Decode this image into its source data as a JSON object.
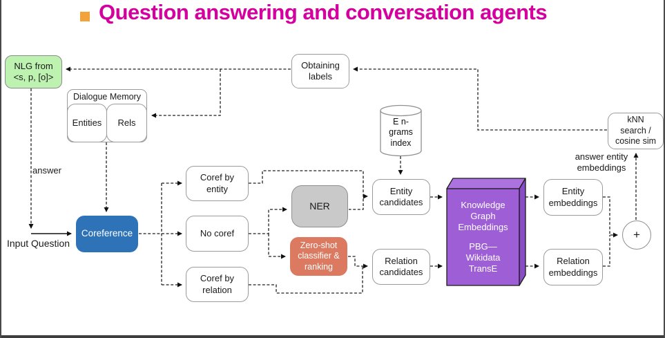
{
  "title": {
    "text": "Question answering and conversation agents",
    "color": "#D4009E",
    "bullet_color": "#F2A33C"
  },
  "nodes": {
    "nlg": {
      "lines": [
        "NLG from",
        "<s, p, [o]>"
      ],
      "fill": "#BDF2B1"
    },
    "dialogue_memory": {
      "title": "Dialogue Memory",
      "entities": "Entities",
      "rels": "Rels"
    },
    "obtaining_labels": {
      "lines": [
        "Obtaining",
        "labels"
      ]
    },
    "engrams_index": {
      "lines": [
        "E n-",
        "grams",
        "index"
      ]
    },
    "knn_search": {
      "lines": [
        "kNN",
        "search /",
        "cosine sim"
      ]
    },
    "coref_by_entity": {
      "lines": [
        "Coref by",
        "entity"
      ]
    },
    "no_coref": {
      "label": "No coref"
    },
    "coref_by_relation": {
      "lines": [
        "Coref by",
        "relation"
      ]
    },
    "coreference": {
      "label": "Coreference",
      "fill": "#2E73B8"
    },
    "ner": {
      "label": "NER",
      "fill": "#C9C9C9"
    },
    "zero_shot": {
      "lines": [
        "Zero-shot",
        "classifier &",
        "ranking"
      ],
      "fill": "#DB7A60"
    },
    "entity_candidates": {
      "lines": [
        "Entity",
        "candidates"
      ]
    },
    "relation_candidates": {
      "lines": [
        "Relation",
        "candidates"
      ]
    },
    "knowledge_graph_embeddings": {
      "lines_top": [
        "Knowledge",
        "Graph",
        "Embeddings"
      ],
      "lines_bottom": [
        "PBG—",
        "Wikidata",
        "TransE"
      ],
      "fill": "#9E5FD6"
    },
    "entity_embeddings": {
      "lines": [
        "Entity",
        "embeddings"
      ]
    },
    "relation_embeddings": {
      "lines": [
        "Relation",
        "embeddings"
      ]
    },
    "plus": {
      "label": "+"
    }
  },
  "labels": {
    "answer": "answer",
    "input_question": "Input Question",
    "answer_entity_embeddings": [
      "answer entity",
      "embeddings"
    ]
  }
}
